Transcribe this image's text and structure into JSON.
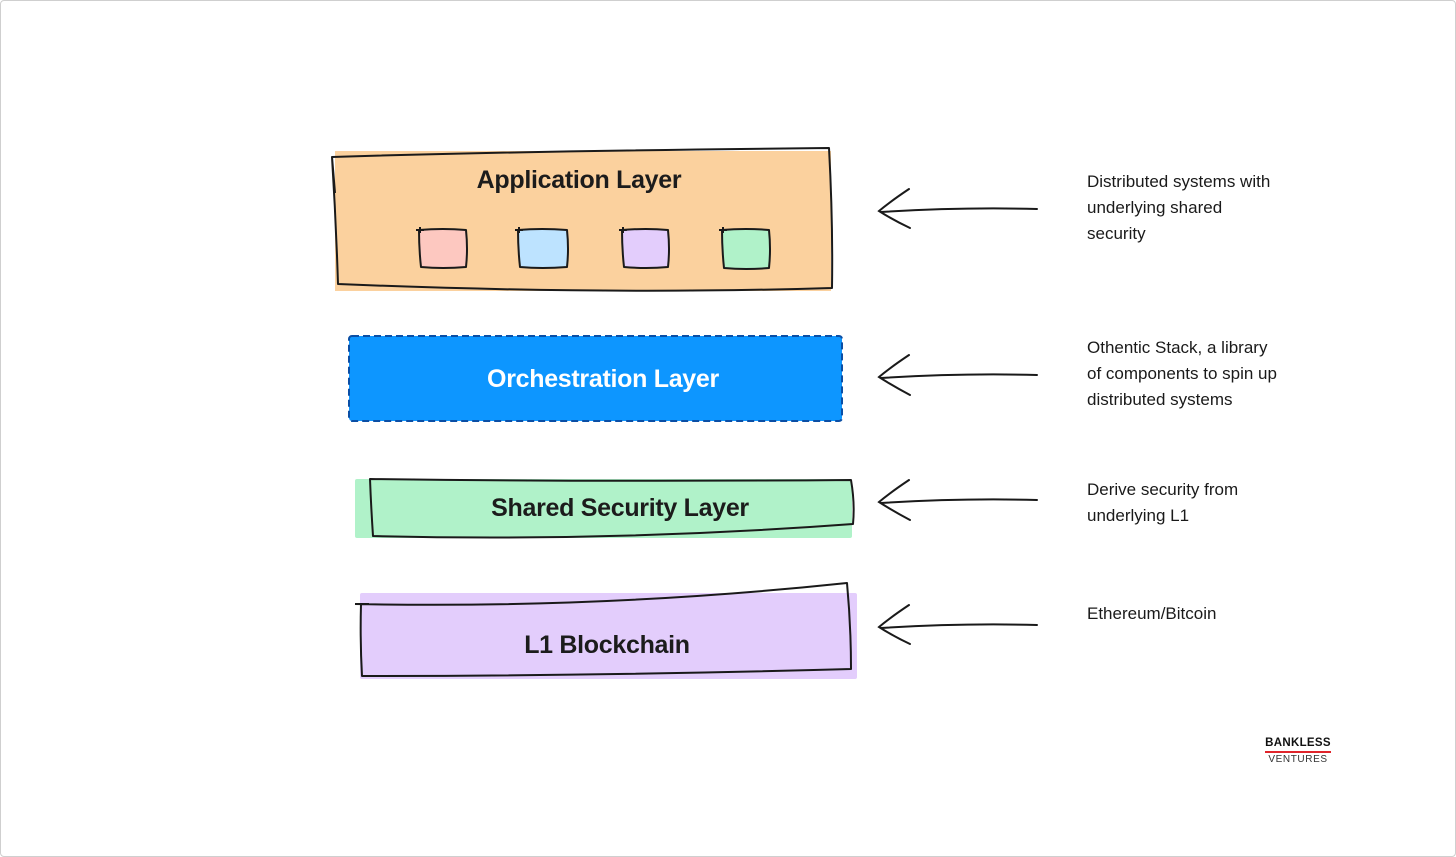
{
  "layers": [
    {
      "title": "Application Layer",
      "fill": "#fbd19e"
    },
    {
      "title": "Orchestration Layer",
      "fill": "#0d96ff"
    },
    {
      "title": "Shared Security Layer",
      "fill": "#b0f2c9"
    },
    {
      "title": "L1 Blockchain",
      "fill": "#e3cdfc"
    }
  ],
  "app_blocks": [
    {
      "name": "red-block",
      "fill": "#fdc8c0"
    },
    {
      "name": "blue-block",
      "fill": "#bde3ff"
    },
    {
      "name": "purple-block",
      "fill": "#e3cdfc"
    },
    {
      "name": "green-block",
      "fill": "#b0f2c9"
    }
  ],
  "notes": {
    "application": [
      "Distributed systems with",
      "underlying shared",
      "security"
    ],
    "orchestration": [
      "Othentic Stack, a library",
      "of components to spin up",
      "distributed systems"
    ],
    "security": [
      "Derive security from",
      "underlying L1"
    ],
    "blockchain": [
      "Ethereum/Bitcoin"
    ]
  },
  "logo": {
    "top": "BANKLESS",
    "bottom": "VENTURES",
    "accent": "#e0242a"
  }
}
